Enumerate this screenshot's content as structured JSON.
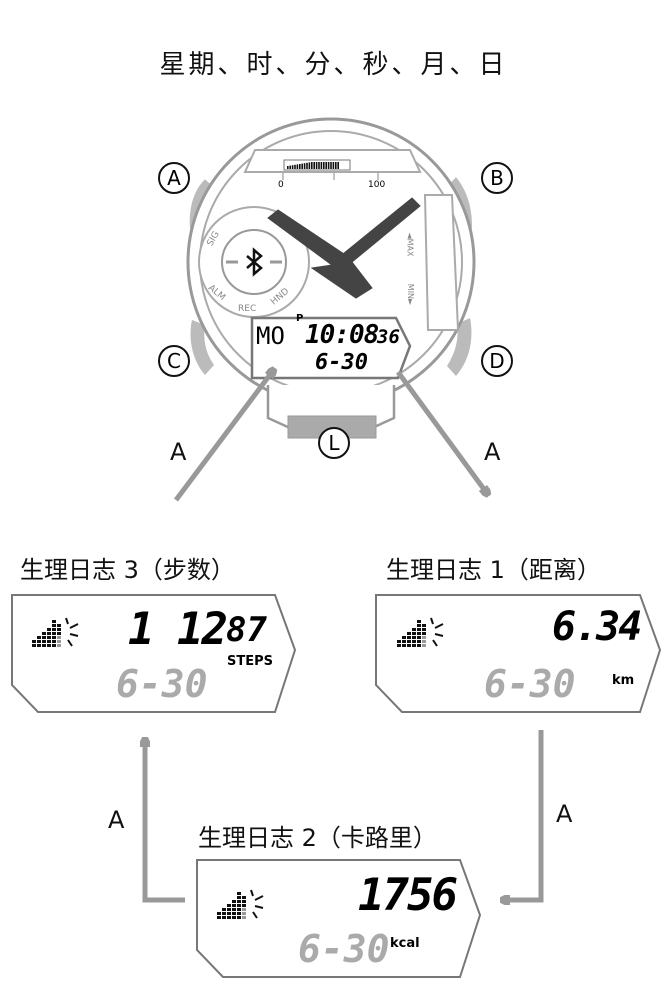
{
  "title": "星期、时、分、秒、月、日",
  "watch": {
    "buttons": [
      "A",
      "B",
      "C",
      "D",
      "L"
    ],
    "gauge_labels": [
      "0",
      "100"
    ],
    "bezel_labels": [
      "SIG",
      "ALM",
      "REC",
      "HND"
    ],
    "max_label": "◄MAX",
    "min_label": "MIN►",
    "lcd": {
      "day": "MO",
      "pm": "P",
      "time": "10:08",
      "seconds": "36",
      "date": "6-30"
    }
  },
  "arrow_label": "A",
  "logs": {
    "steps": {
      "title": "生理日志 3（步数）",
      "value1": "1 12",
      "value2": "87",
      "unit": "STEPS",
      "date": "6-30"
    },
    "distance": {
      "title": "生理日志 1（距离）",
      "value": "6.34",
      "unit": "km",
      "date": "6-30"
    },
    "calories": {
      "title": "生理日志 2（卡路里）",
      "value": "1756",
      "unit": "kcal",
      "date": "6-30"
    }
  },
  "colors": {
    "gray": "#999999",
    "lightgray": "#c8c8c8",
    "dark": "#333333"
  }
}
